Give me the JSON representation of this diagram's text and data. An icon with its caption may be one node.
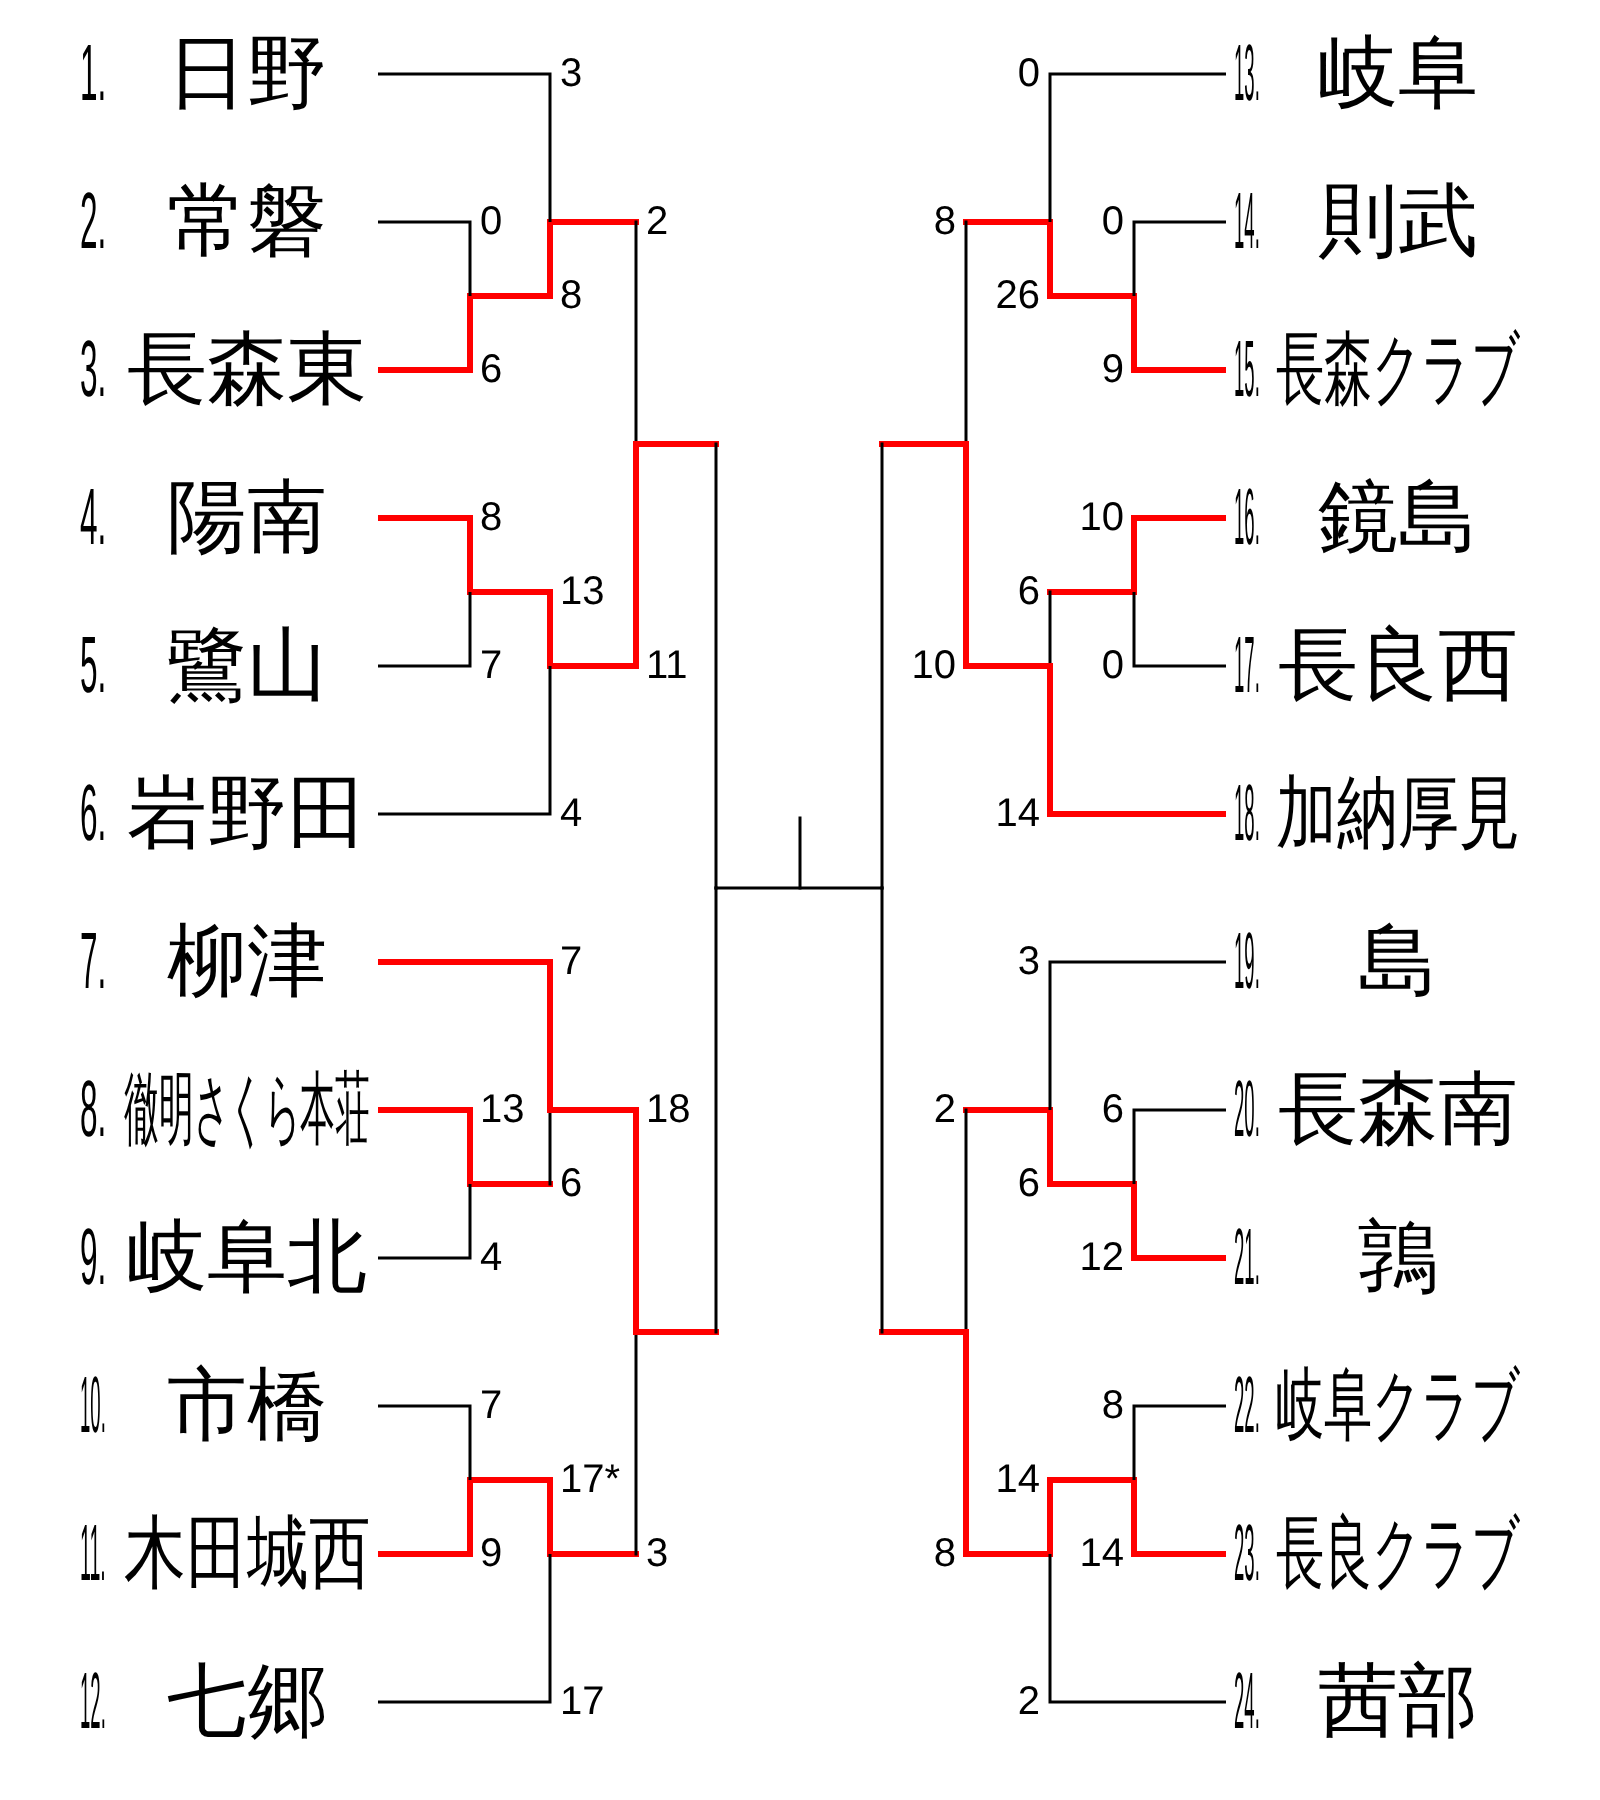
{
  "diagram": {
    "nodes": [
      {
        "text": [
          "日野"
        ],
        "beside": [
          "1."
        ]
      },
      {
        "text": [
          "常磐"
        ],
        "beside": [
          "2."
        ]
      },
      {
        "text": [
          "長森東"
        ],
        "beside": [
          "3."
        ]
      },
      {
        "text": [
          "陽南"
        ],
        "beside": [
          "4."
        ]
      },
      {
        "text": [
          "鷺山"
        ],
        "beside": [
          "5."
        ]
      },
      {
        "text": [
          "岩野田"
        ],
        "beside": [
          "6."
        ]
      },
      {
        "text": [
          "柳津"
        ],
        "beside": [
          "7."
        ]
      },
      {
        "text": [
          "徹明さくら本荘"
        ],
        "beside": [
          "8."
        ]
      },
      {
        "text": [
          "岐阜北"
        ],
        "beside": [
          "9."
        ]
      },
      {
        "text": [
          "市橋"
        ],
        "beside": [
          "10."
        ]
      },
      {
        "text": [
          "木田城西"
        ],
        "beside": [
          "11."
        ]
      },
      {
        "text": [
          "七郷"
        ],
        "beside": [
          "12."
        ]
      },
      {
        "text": [
          "岐阜"
        ],
        "beside": [
          "13."
        ]
      },
      {
        "text": [
          "則武"
        ],
        "beside": [
          "14."
        ]
      },
      {
        "text": [
          "長森クラブ"
        ],
        "beside": [
          "15."
        ]
      },
      {
        "text": [
          "鏡島"
        ],
        "beside": [
          "16."
        ]
      },
      {
        "text": [
          "長良西"
        ],
        "beside": [
          "17."
        ]
      },
      {
        "text": [
          "加納厚見"
        ],
        "beside": [
          "18."
        ]
      },
      {
        "text": [
          "島"
        ],
        "beside": [
          "19."
        ]
      },
      {
        "text": [
          "長森南"
        ],
        "beside": [
          "20."
        ]
      },
      {
        "text": [
          "鶉"
        ],
        "beside": [
          "21."
        ]
      },
      {
        "text": [
          "岐阜クラブ"
        ],
        "beside": [
          "22."
        ]
      },
      {
        "text": [
          "長良クラブ"
        ],
        "beside": [
          "23."
        ]
      },
      {
        "text": [
          "茜部"
        ],
        "beside": [
          "24."
        ]
      }
    ],
    "edges": [
      {
        "from": 0,
        "to": null,
        "arrow": "none",
        "label": "3"
      },
      {
        "from": 1,
        "to": null,
        "arrow": "none",
        "label": "0"
      },
      {
        "from": 2,
        "to": null,
        "arrow": "none",
        "label": "6",
        "style": "thick",
        "color": "#ff0000"
      },
      {
        "from": 3,
        "to": null,
        "arrow": "none",
        "label": "8",
        "style": "thick",
        "color": "#ff0000"
      },
      {
        "from": 4,
        "to": null,
        "arrow": "none",
        "label": "7"
      },
      {
        "from": 5,
        "to": null,
        "arrow": "none",
        "label": "4"
      },
      {
        "from": 6,
        "to": null,
        "arrow": "none",
        "label": "7",
        "style": "thick",
        "color": "#ff0000"
      },
      {
        "from": 7,
        "to": null,
        "arrow": "none",
        "label": "13",
        "style": "thick",
        "color": "#ff0000"
      },
      {
        "from": 8,
        "to": null,
        "arrow": "none",
        "label": "4"
      },
      {
        "from": 9,
        "to": null,
        "arrow": "none",
        "label": "7"
      },
      {
        "from": 10,
        "to": null,
        "arrow": "none",
        "label": "9",
        "style": "thick",
        "color": "#ff0000"
      },
      {
        "from": 11,
        "to": null,
        "arrow": "none",
        "label": "17"
      },
      {
        "from": 12,
        "to": null,
        "arrow": "none",
        "label": "0"
      },
      {
        "from": 13,
        "to": null,
        "arrow": "none",
        "label": "0"
      },
      {
        "from": 14,
        "to": null,
        "arrow": "none",
        "label": "9",
        "style": "thick",
        "color": "#ff0000"
      },
      {
        "from": 15,
        "to": null,
        "arrow": "none",
        "label": "10",
        "style": "thick",
        "color": "#ff0000"
      },
      {
        "from": 16,
        "to": null,
        "arrow": "none",
        "label": "0"
      },
      {
        "from": 17,
        "to": null,
        "arrow": "none",
        "label": "14",
        "style": "thick",
        "color": "#ff0000"
      },
      {
        "from": 18,
        "to": null,
        "arrow": "none",
        "label": "3"
      },
      {
        "from": 19,
        "to": null,
        "arrow": "none",
        "label": "6"
      },
      {
        "from": 20,
        "to": null,
        "arrow": "none",
        "label": "12",
        "style": "thick",
        "color": "#ff0000"
      },
      {
        "from": 21,
        "to": null,
        "arrow": "none",
        "label": "8"
      },
      {
        "from": 22,
        "to": null,
        "arrow": "none",
        "label": "14",
        "style": "thick",
        "color": "#ff0000"
      },
      {
        "from": 23,
        "to": null,
        "arrow": "none",
        "label": "2"
      }
    ],
    "labels": [
      "2",
      "8",
      "13",
      "11",
      "18",
      "6",
      "17*",
      "3",
      "8",
      "26",
      "6",
      "10",
      "2",
      "6",
      "14",
      "8"
    ]
  }
}
